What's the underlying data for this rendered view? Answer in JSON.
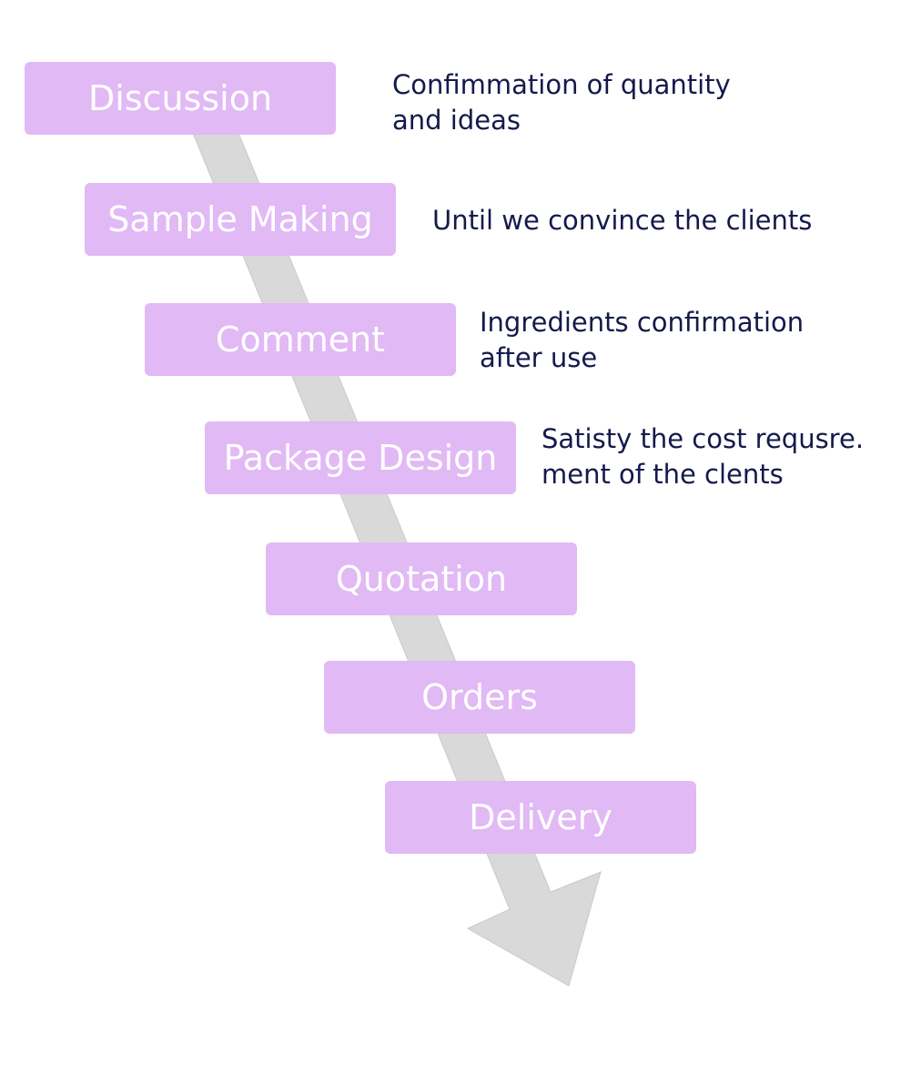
{
  "diagram": {
    "colors": {
      "box_fill": "#e1b9f5",
      "box_text": "#ffffff",
      "arrow_fill": "#d9d9d9",
      "note_text": "#141a4a"
    },
    "steps": [
      {
        "label": "Discussion"
      },
      {
        "label": "Sample Making"
      },
      {
        "label": "Comment"
      },
      {
        "label": "Package Design"
      },
      {
        "label": "Quotation"
      },
      {
        "label": "Orders"
      },
      {
        "label": "Delivery"
      }
    ],
    "notes": [
      {
        "text": "Confimmation of quantity\nand ideas"
      },
      {
        "text": "Until we convince the clients"
      },
      {
        "text": "Ingredients confirmation\nafter use"
      },
      {
        "text": "Satisty the cost requsre.\nment of the clents"
      }
    ]
  }
}
